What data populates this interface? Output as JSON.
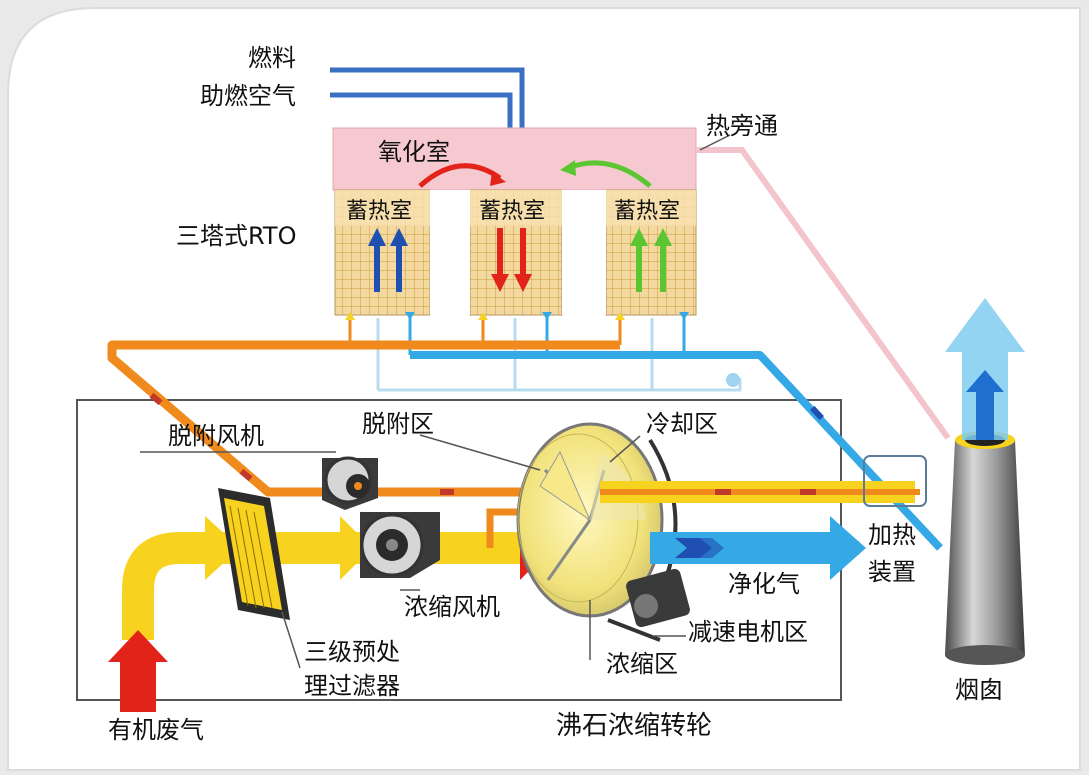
{
  "labels": {
    "fuel": "燃料",
    "combustion_air": "助燃空气",
    "oxidation_chamber": "氧化室",
    "hot_bypass": "热旁通",
    "three_tower_rto": "三塔式RTO",
    "regen_chamber_1": "蓄热室",
    "regen_chamber_2": "蓄热室",
    "regen_chamber_3": "蓄热室",
    "desorption_fan": "脱附风机",
    "desorption_zone": "脱附区",
    "cooling_zone": "冷却区",
    "heating_device_line1": "加热",
    "heating_device_line2": "装置",
    "clean_gas": "净化气",
    "concentration_fan": "浓缩风机",
    "reducer_motor_zone": "减速电机区",
    "three_stage_line1": "三级预处",
    "three_stage_line2": "理过滤器",
    "concentration_zone": "浓缩区",
    "chimney": "烟囱",
    "organic_waste_gas": "有机废气",
    "zeolite_rotor": "沸石浓缩转轮"
  },
  "colors": {
    "fuel_line": "#3a6fc4",
    "oxidation_chamber": "#f5c9cf",
    "regen_bed": "#f3d9a0",
    "orange_line": "#f08a1c",
    "clean_gas": "#35a9e6",
    "waste_gas": "#f7d21e",
    "bypass_line": "#f4c4cc",
    "arrow_red": "#e2231a",
    "arrow_blue": "#1f4fb0",
    "arrow_green": "#5cc532"
  },
  "icons": {
    "fan": "blower-fan-icon",
    "filter": "filter-panel-icon",
    "rotor": "zeolite-rotor-icon",
    "motor": "motor-icon",
    "chimney": "chimney-icon"
  }
}
